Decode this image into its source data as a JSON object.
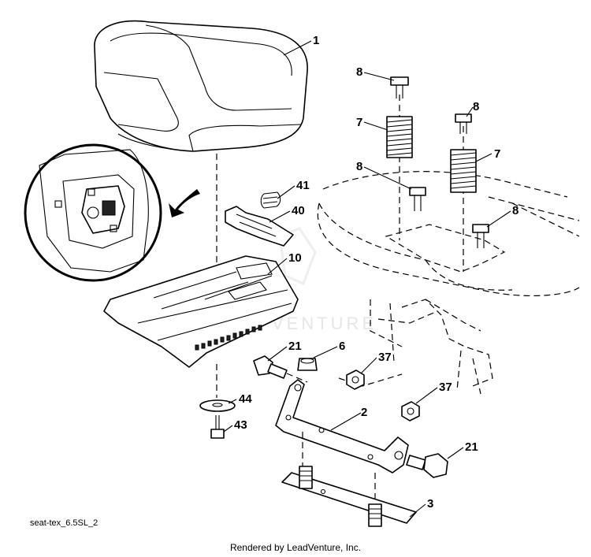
{
  "callouts": {
    "seat": "1",
    "bolt_top_left": "8",
    "bolt_top_right": "8",
    "bolt_mid_left": "8",
    "bolt_mid_right": "8",
    "spring_left": "7",
    "spring_right": "7",
    "spring_small": "41",
    "spring_bracket": "40",
    "seat_pan": "10",
    "shoulder_bolt_left": "21",
    "shoulder_bolt_right": "21",
    "nut_flange": "6",
    "nut_left": "37",
    "nut_right": "37",
    "seat_bracket": "2",
    "washer": "44",
    "screw": "43",
    "mount_plate": "3"
  },
  "watermark_text": "VENTURE",
  "drawing_id": "seat-tex_6.5SL_2",
  "credit": "Rendered by LeadVenture, Inc.",
  "colors": {
    "ink": "#000000",
    "paper": "#ffffff",
    "watermark": "#e6e6e6"
  }
}
